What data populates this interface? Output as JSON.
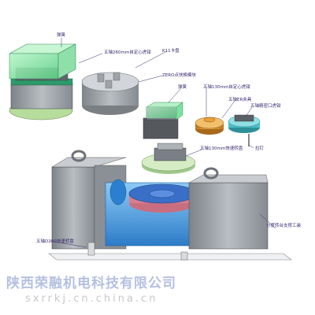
{
  "callouts": {
    "spring_top_left": "弹簧",
    "five_axis_260": "五轴260mm自定心虎钳",
    "k11_chuck": "K11卡盘",
    "zero_point_plate": "ZERO点快换模块",
    "spring_mid": "弹簧",
    "five_axis_130": "五轴130mm自定心虎钳",
    "er_collet": "五轴ER夹具",
    "five_axis_flat": "五轴精密口虎钳",
    "pin": "拉钉",
    "five_axis_130_plate": "五轴130mm快速转盘",
    "dual_support": "分度转台支撑工装",
    "base_d250": "五轴D250快速转盘"
  },
  "watermark": {
    "company": "陕西荣融机电科技有限公司",
    "url": "sxrrkj.cn.china.cn"
  },
  "colors": {
    "casting": "#9aa0a6",
    "casting_dark": "#6d7278",
    "blue_body": "#3b8fd9",
    "blue_light": "#7fc0f0",
    "green_glass": "#7fe0a0",
    "plate_green": "#c8e4b6",
    "table_blue": "#3a6fc8",
    "bronze": "#d4922c",
    "cyan": "#4ac0c8",
    "label": "#3a2a70"
  }
}
